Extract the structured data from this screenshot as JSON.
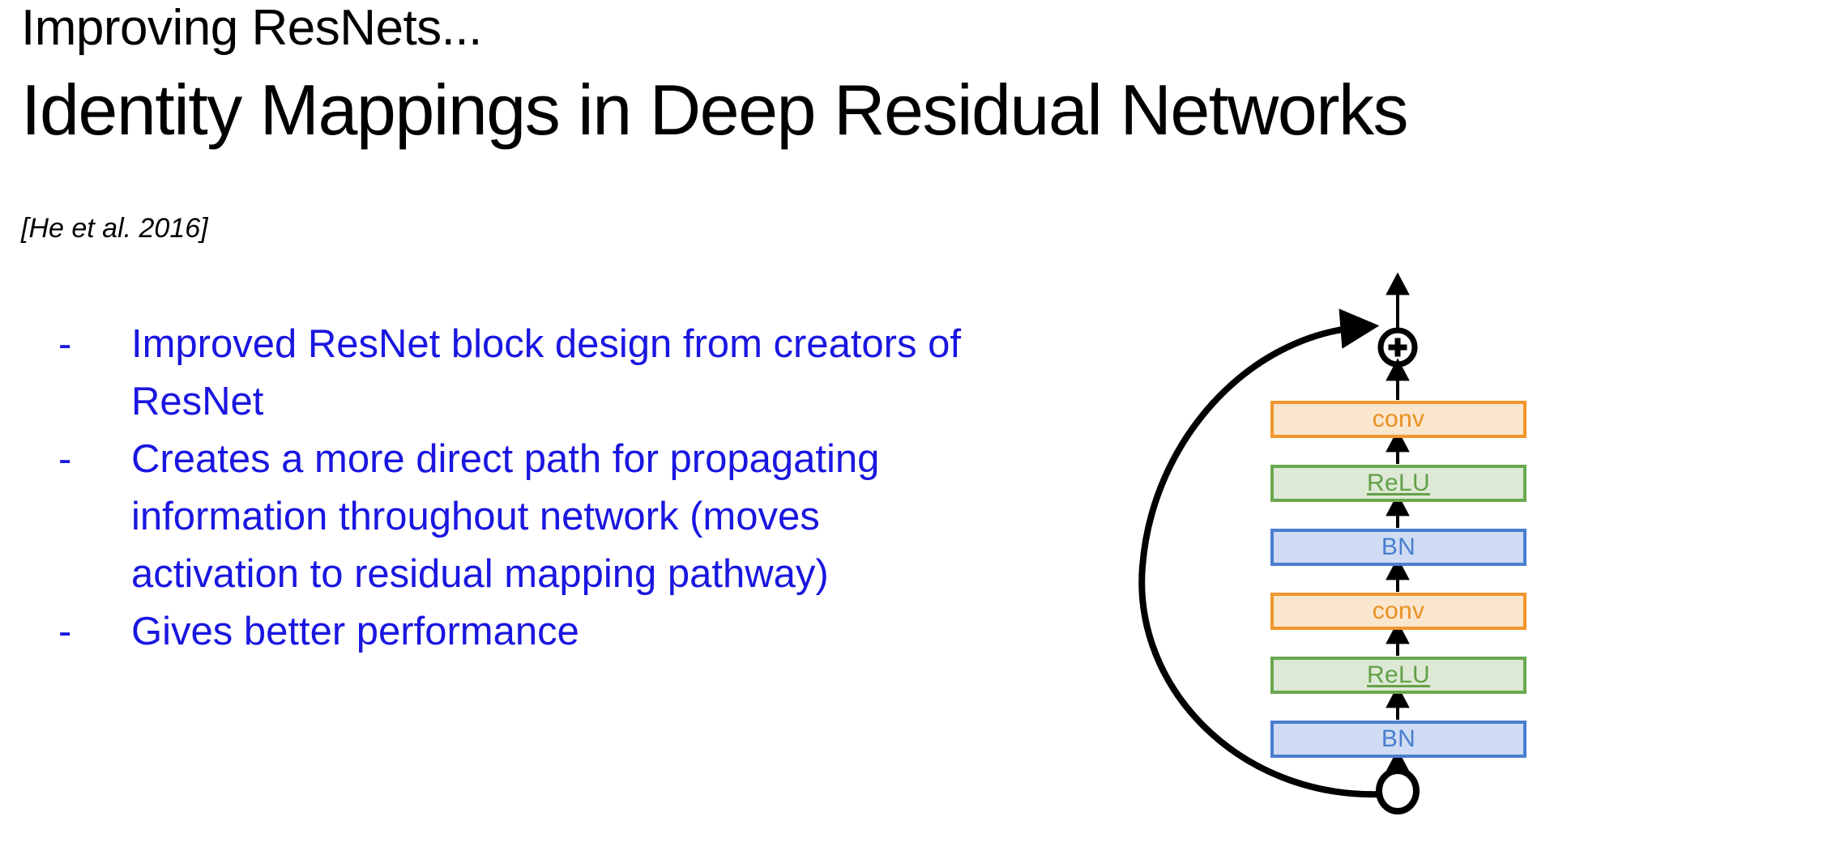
{
  "slide": {
    "kicker": "Improving ResNets...",
    "title": "Identity Mappings in Deep Residual Networks",
    "citation": "[He et al. 2016]",
    "bullet_marker": "-",
    "bullets": [
      "Improved ResNet block design from creators of ResNet",
      "Creates a more direct path for propagating information throughout network (moves activation to residual mapping pathway)",
      "Gives better performance"
    ]
  },
  "colors": {
    "background": "#ffffff",
    "heading_text": "#000000",
    "bullet_text": "#1a16e0",
    "conv_fill": "#fae5cd",
    "conv_stroke": "#f0962d",
    "relu_fill": "#dde9d4",
    "relu_stroke": "#6aa84f",
    "bn_fill": "#cfdcf3",
    "bn_stroke": "#4a7ed0",
    "arrow": "#000000"
  },
  "diagram": {
    "name": "pre-activation-residual-block",
    "add_node_symbol": "+",
    "blocks": [
      {
        "label": "conv",
        "type": "conv"
      },
      {
        "label": "ReLU",
        "type": "relu"
      },
      {
        "label": "BN",
        "type": "bn"
      },
      {
        "label": "conv",
        "type": "conv"
      },
      {
        "label": "ReLU",
        "type": "relu"
      },
      {
        "label": "BN",
        "type": "bn"
      }
    ]
  }
}
